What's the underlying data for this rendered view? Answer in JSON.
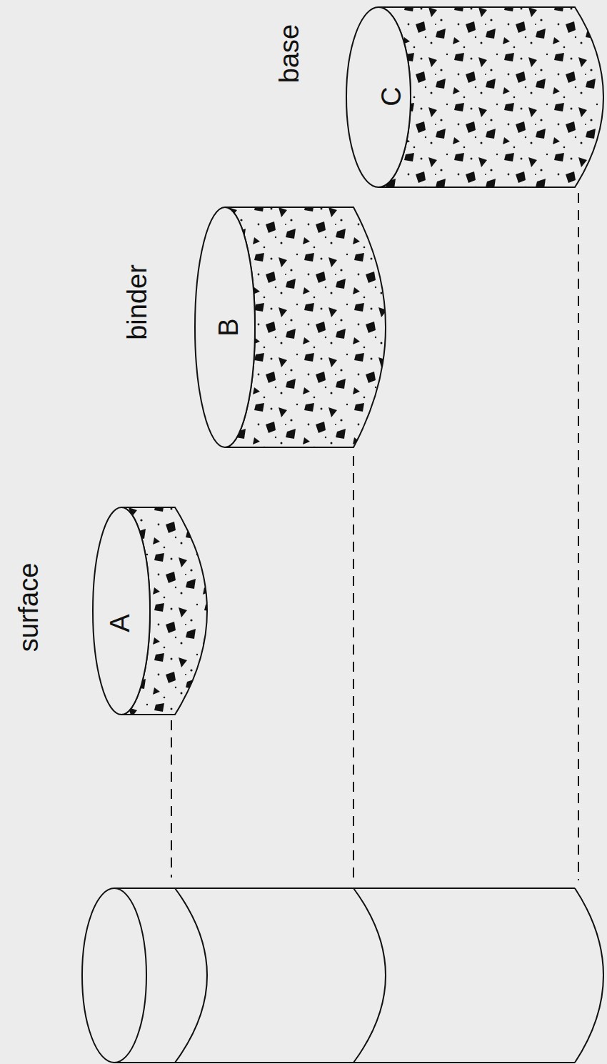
{
  "diagram": {
    "nodes": [
      {
        "text": [
          "surface",
          "A"
        ]
      },
      {
        "text": [
          "binder",
          "B"
        ]
      },
      {
        "text": [
          "base",
          "C"
        ]
      }
    ]
  }
}
